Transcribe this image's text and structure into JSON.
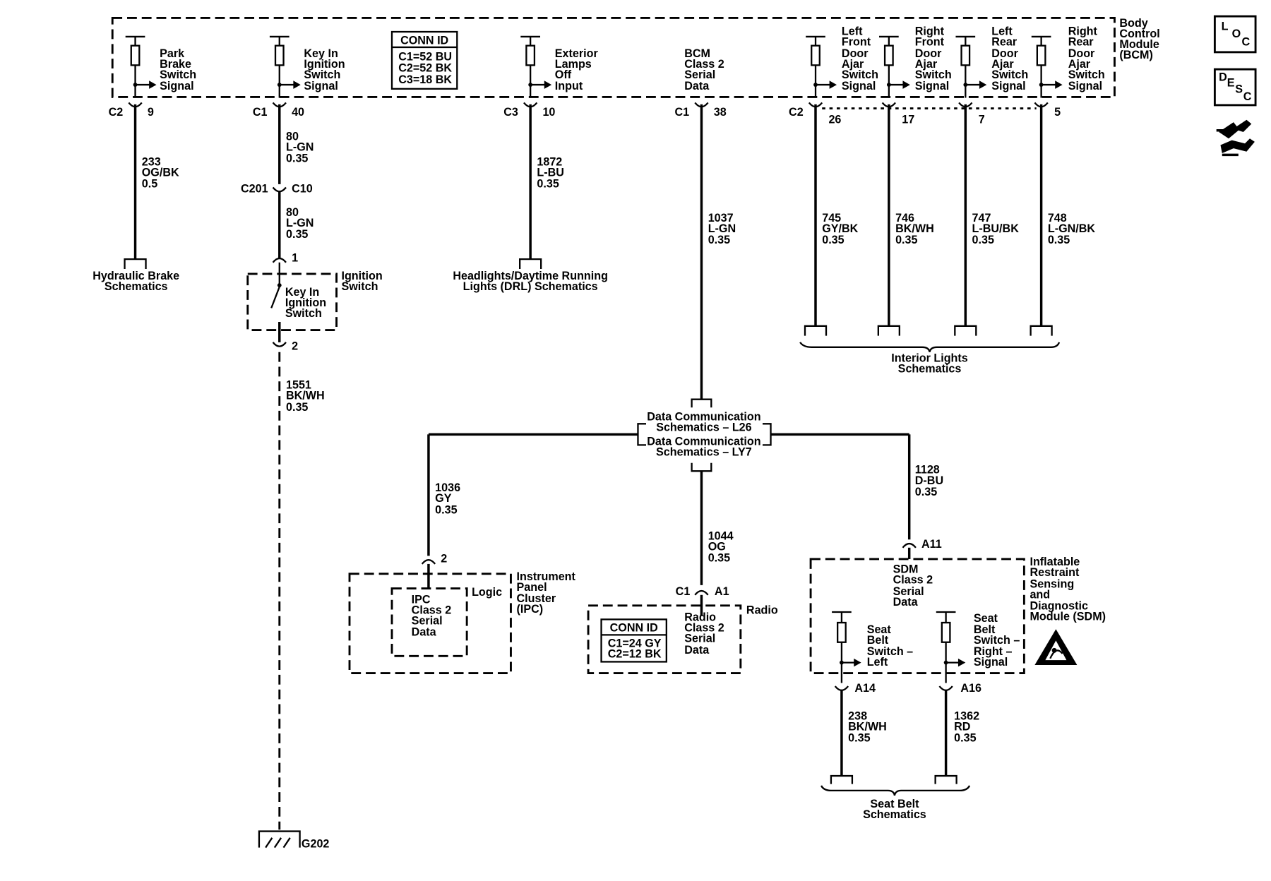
{
  "bcm": {
    "name": [
      "Body",
      "Control",
      "Module",
      "(BCM)"
    ],
    "conn_id": {
      "title": "CONN ID",
      "lines": [
        "C1=52 BU",
        "C2=52 BK",
        "C3=18 BK"
      ]
    },
    "circuits": [
      {
        "label": [
          "Park",
          "Brake",
          "Switch",
          "Signal"
        ],
        "conn": "C2",
        "pin": "9",
        "wire": [
          "233",
          "OG/BK",
          "0.5"
        ],
        "dest": [
          "Hydraulic Brake",
          "Schematics"
        ]
      },
      {
        "label": [
          "Key In",
          "Ignition",
          "Switch",
          "Signal"
        ],
        "conn": "C1",
        "pin": "40",
        "wire": [
          "80",
          "L-GN",
          "0.35"
        ],
        "inline": {
          "left": "C201",
          "right": "C10"
        },
        "wire2": [
          "80",
          "L-GN",
          "0.35"
        ]
      },
      {
        "label": [
          "Exterior",
          "Lamps",
          "Off",
          "Input"
        ],
        "conn": "C3",
        "pin": "10",
        "wire": [
          "1872",
          "L-BU",
          "0.35"
        ],
        "dest": [
          "Headlights/Daytime Running",
          "Lights (DRL) Schematics"
        ]
      },
      {
        "label": [
          "BCM",
          "Class 2",
          "Serial",
          "Data"
        ],
        "conn": "C1",
        "pin": "38",
        "wire": [
          "1037",
          "L-GN",
          "0.35"
        ]
      },
      {
        "label": [
          "Left",
          "Front",
          "Door",
          "Ajar",
          "Switch",
          "Signal"
        ],
        "conn": "C2",
        "pin": "26",
        "wire": [
          "745",
          "GY/BK",
          "0.35"
        ]
      },
      {
        "label": [
          "Right",
          "Front",
          "Door",
          "Ajar",
          "Switch",
          "Signal"
        ],
        "pin": "17",
        "wire": [
          "746",
          "BK/WH",
          "0.35"
        ]
      },
      {
        "label": [
          "Left",
          "Rear",
          "Door",
          "Ajar",
          "Switch",
          "Signal"
        ],
        "pin": "7",
        "wire": [
          "747",
          "L-BU/BK",
          "0.35"
        ]
      },
      {
        "label": [
          "Right",
          "Rear",
          "Door",
          "Ajar",
          "Switch",
          "Signal"
        ],
        "pin": "5",
        "wire": [
          "748",
          "L-GN/BK",
          "0.35"
        ]
      }
    ],
    "interior_dest": [
      "Interior Lights",
      "Schematics"
    ]
  },
  "ignition_switch": {
    "name": [
      "Ignition",
      "Switch"
    ],
    "inner": [
      "Key In",
      "Ignition",
      "Switch"
    ],
    "pin_top": "1",
    "pin_bottom": "2",
    "wire": [
      "1551",
      "BK/WH",
      "0.35"
    ],
    "ground": "G202"
  },
  "data_comm": {
    "l26": [
      "Data Communication",
      "Schematics – L26"
    ],
    "ly7": [
      "Data Communication",
      "Schematics – LY7"
    ]
  },
  "ipc": {
    "wire": [
      "1036",
      "GY",
      "0.35"
    ],
    "pin": "2",
    "logic": "Logic",
    "inner": [
      "IPC",
      "Class 2",
      "Serial",
      "Data"
    ],
    "name": [
      "Instrument",
      "Panel",
      "Cluster",
      "(IPC)"
    ]
  },
  "radio": {
    "wire": [
      "1044",
      "OG",
      "0.35"
    ],
    "conn": "C1",
    "pin": "A1",
    "name": "Radio",
    "conn_id": {
      "title": "CONN ID",
      "lines": [
        "C1=24 GY",
        "C2=12 BK"
      ]
    },
    "inner": [
      "Radio",
      "Class 2",
      "Serial",
      "Data"
    ]
  },
  "sdm": {
    "wire": [
      "1128",
      "D-BU",
      "0.35"
    ],
    "pin": "A11",
    "inner": [
      "SDM",
      "Class 2",
      "Serial",
      "Data"
    ],
    "name": [
      "Inflatable",
      "Restraint",
      "Sensing",
      "and",
      "Diagnostic",
      "Module (SDM)"
    ],
    "left": {
      "label": [
        "Seat",
        "Belt",
        "Switch –",
        "Left"
      ],
      "pin": "A14",
      "wire": [
        "238",
        "BK/WH",
        "0.35"
      ]
    },
    "right": {
      "label": [
        "Seat",
        "Belt",
        "Switch –",
        "Right –",
        "Signal"
      ],
      "pin": "A16",
      "wire": [
        "1362",
        "RD",
        "0.35"
      ]
    },
    "dest": [
      "Seat Belt",
      "Schematics"
    ]
  },
  "side_icons": {
    "loc": [
      "L",
      "O",
      "C"
    ],
    "desc": [
      "D",
      "E",
      "S",
      "C"
    ]
  }
}
